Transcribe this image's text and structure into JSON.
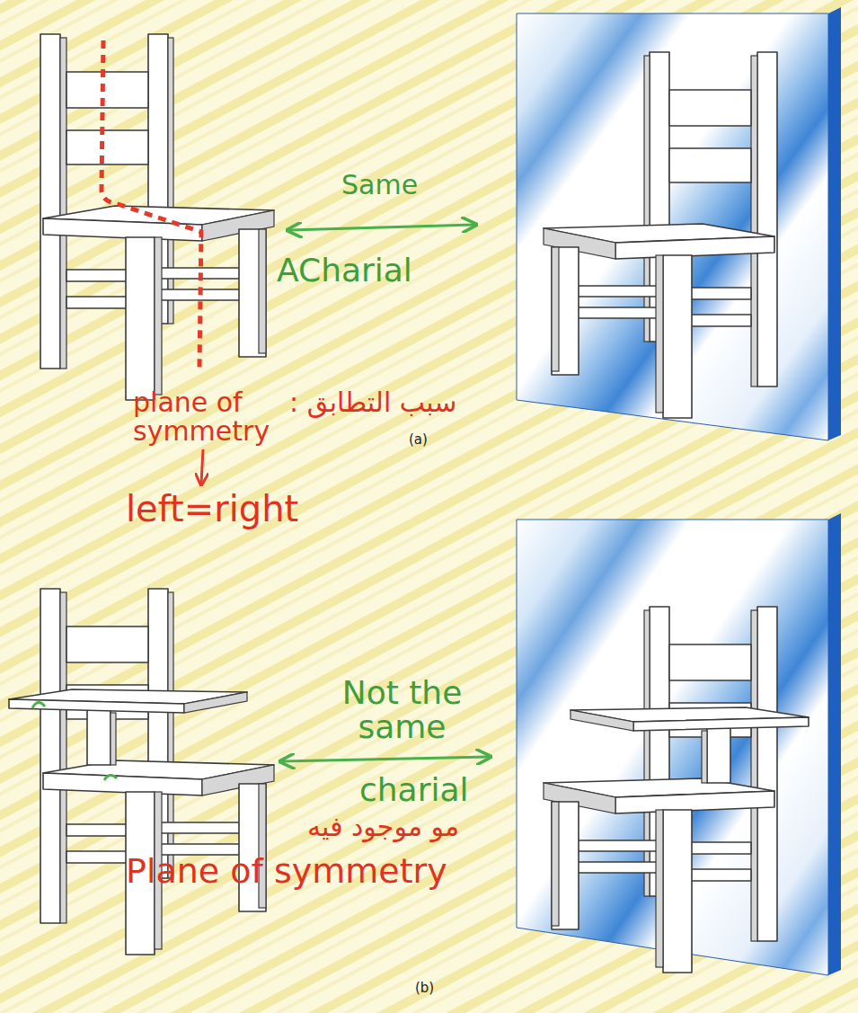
{
  "diagram": {
    "labels": [
      "Same",
      "ACharial",
      "plane of symmetry",
      "سبب التطابق :",
      "(a)",
      "left=right",
      "Not the same",
      "charial",
      "مو موجود فيه",
      "Plane of symmetry",
      "(b)"
    ]
  }
}
